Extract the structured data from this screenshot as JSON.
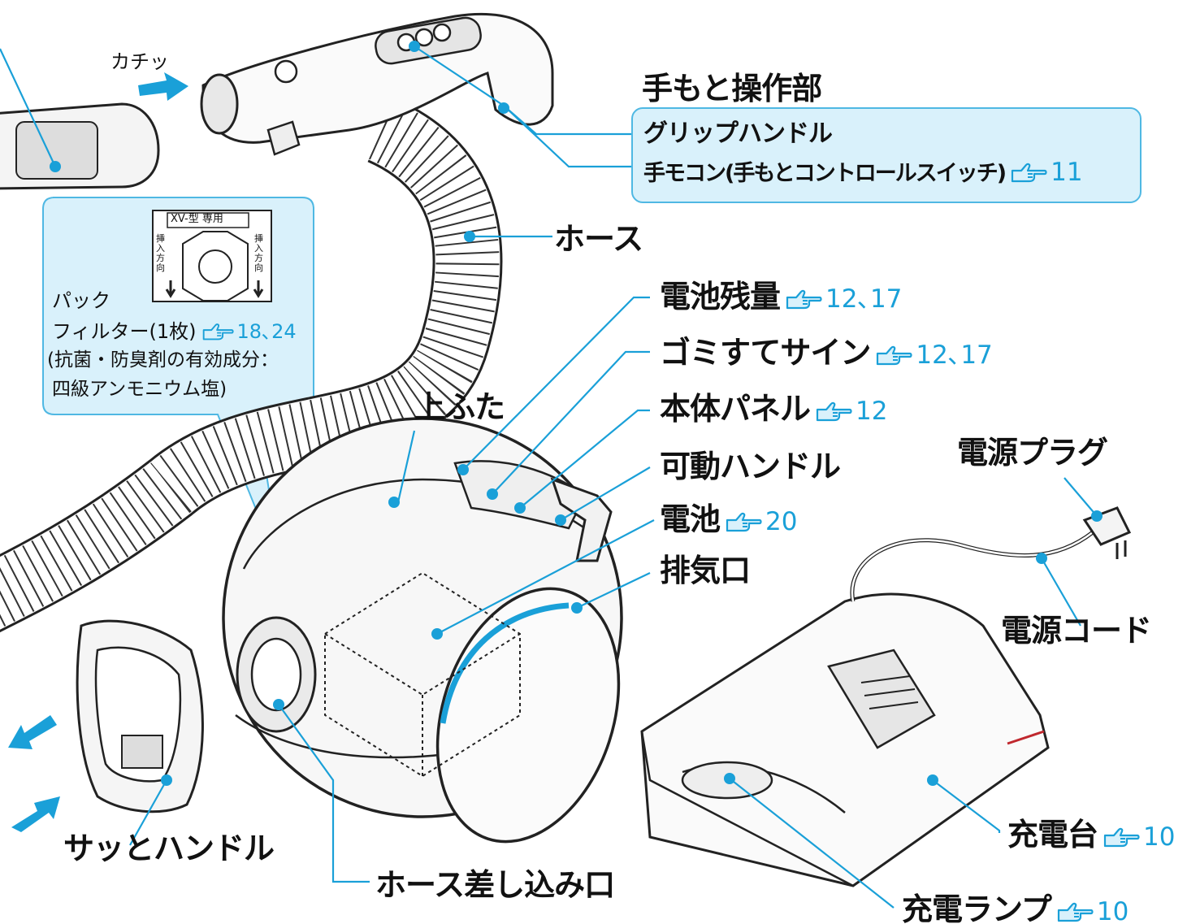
{
  "labels": {
    "click_sound": "カチッ",
    "hand_control": "手もと操作部",
    "grip_handle": "グリップハンドル",
    "remote_control": "手モコン(手もとコントロールスイッチ)",
    "hose": "ホース",
    "battery_level": "電池残量",
    "dust_sign": "ゴミすてサイン",
    "body_panel": "本体パネル",
    "movable_handle": "可動ハンドル",
    "battery": "電池",
    "exhaust": "排気口",
    "top_lid": "上ふた",
    "power_plug": "電源プラグ",
    "power_cord": "電源コード",
    "charging_stand": "充電台",
    "charge_lamp": "充電ランプ",
    "hose_inlet": "ホース差し込み口",
    "satto_handle": "サッとハンドル"
  },
  "pages": {
    "remote_control": "11",
    "battery_level": "12､17",
    "dust_sign": "12､17",
    "body_panel": "12",
    "battery": "20",
    "charging_stand": "10",
    "charge_lamp": "10",
    "filter": "18､24"
  },
  "filter": {
    "pack_header": "XV-型 専用",
    "insert_direction": "挿\n入\n方\n向",
    "pack": "パック",
    "filter_one_sheet": "フィルター(1枚)",
    "note_line1": "(抗菌・防臭剤の有効成分：",
    "note_line2": "四級アンモニウム塩)"
  },
  "colors": {
    "accent": "#1aa0d8",
    "callout_fill": "#d9f1fb",
    "callout_border": "#4fb8e3",
    "text": "#111111"
  },
  "icons": [
    "pointing-hand-icon"
  ]
}
